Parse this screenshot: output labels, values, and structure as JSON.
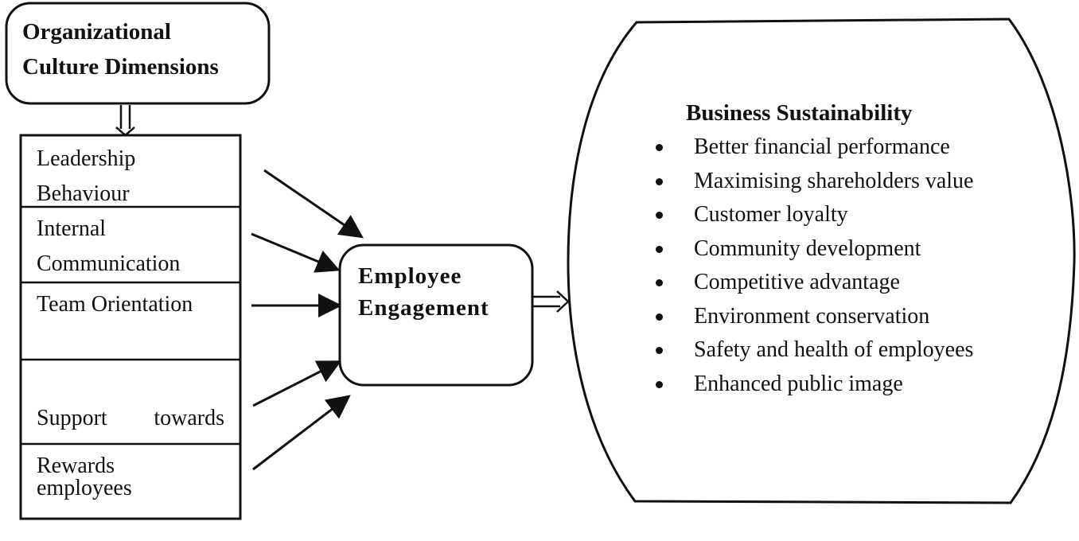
{
  "colors": {
    "stroke": "#111111",
    "background": "#ffffff"
  },
  "org_culture": {
    "title": "Organizational\nCulture Dimensions"
  },
  "dimensions": [
    {
      "label": "Leadership\nBehaviour"
    },
    {
      "label": "Internal\nCommunication"
    },
    {
      "label": "Team Orientation"
    },
    {
      "label_line1_words": [
        "Support",
        "towards"
      ],
      "label_line2": "employees"
    },
    {
      "label": "Rewards"
    }
  ],
  "employee_engagement": {
    "label": "Employee\nEngagement"
  },
  "business_sustainability": {
    "title": "Business Sustainability",
    "items": [
      "Better financial performance",
      "Maximising shareholders value",
      "Customer loyalty",
      "Community development",
      "Competitive advantage",
      "Environment conservation",
      "Safety and health of employees",
      "Enhanced public image"
    ]
  }
}
